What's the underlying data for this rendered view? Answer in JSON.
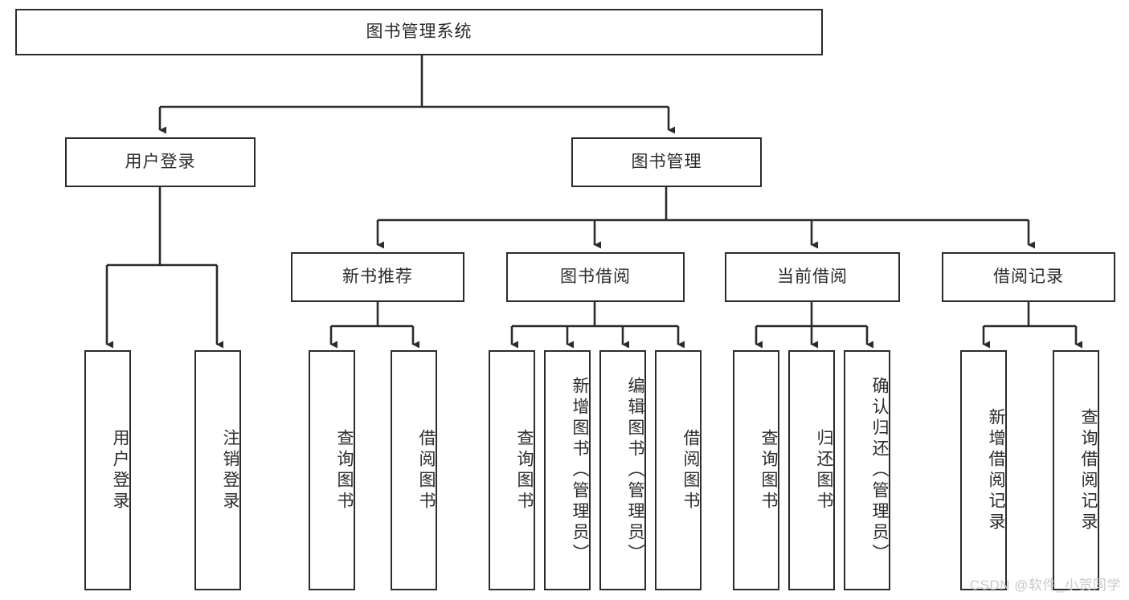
{
  "diagram": {
    "type": "tree-hierarchy-chart",
    "title": "图书管理系统",
    "root": {
      "label": "图书管理系统"
    },
    "level2": [
      {
        "id": "user-login",
        "label": "用户登录"
      },
      {
        "id": "book-manage",
        "label": "图书管理"
      }
    ],
    "level3": [
      {
        "id": "new-book-recommend",
        "label": "新书推荐",
        "parent": "book-manage"
      },
      {
        "id": "book-borrow",
        "label": "图书借阅",
        "parent": "book-manage"
      },
      {
        "id": "current-borrow",
        "label": "当前借阅",
        "parent": "book-manage"
      },
      {
        "id": "borrow-record",
        "label": "借阅记录",
        "parent": "book-manage"
      }
    ],
    "leaves": [
      {
        "id": "leaf-user-login",
        "label": "用户登录",
        "parent": "user-login"
      },
      {
        "id": "leaf-logout",
        "label": "注销登录",
        "parent": "user-login"
      },
      {
        "id": "leaf-query-book-1",
        "label": "查询图书",
        "parent": "new-book-recommend"
      },
      {
        "id": "leaf-borrow-book-1",
        "label": "借阅图书",
        "parent": "new-book-recommend"
      },
      {
        "id": "leaf-query-book-2",
        "label": "查询图书",
        "parent": "book-borrow"
      },
      {
        "id": "leaf-add-book",
        "label": "新增图书（管理员）",
        "parent": "book-borrow"
      },
      {
        "id": "leaf-edit-book",
        "label": "编辑图书（管理员）",
        "parent": "book-borrow"
      },
      {
        "id": "leaf-borrow-book-2",
        "label": "借阅图书",
        "parent": "book-borrow"
      },
      {
        "id": "leaf-query-book-3",
        "label": "查询图书",
        "parent": "current-borrow"
      },
      {
        "id": "leaf-return-book",
        "label": "归还图书",
        "parent": "current-borrow"
      },
      {
        "id": "leaf-confirm-return",
        "label": "确认归还（管理员）",
        "parent": "current-borrow"
      },
      {
        "id": "leaf-add-record",
        "label": "新增借阅记录",
        "parent": "borrow-record"
      },
      {
        "id": "leaf-query-record",
        "label": "查询借阅记录",
        "parent": "borrow-record"
      }
    ],
    "colors": {
      "stroke": "#2b2b2b",
      "fill": "#ffffff",
      "watermark": "#c9c9c9"
    }
  },
  "watermark": {
    "text": "CSDN @软件_小贺同学"
  }
}
